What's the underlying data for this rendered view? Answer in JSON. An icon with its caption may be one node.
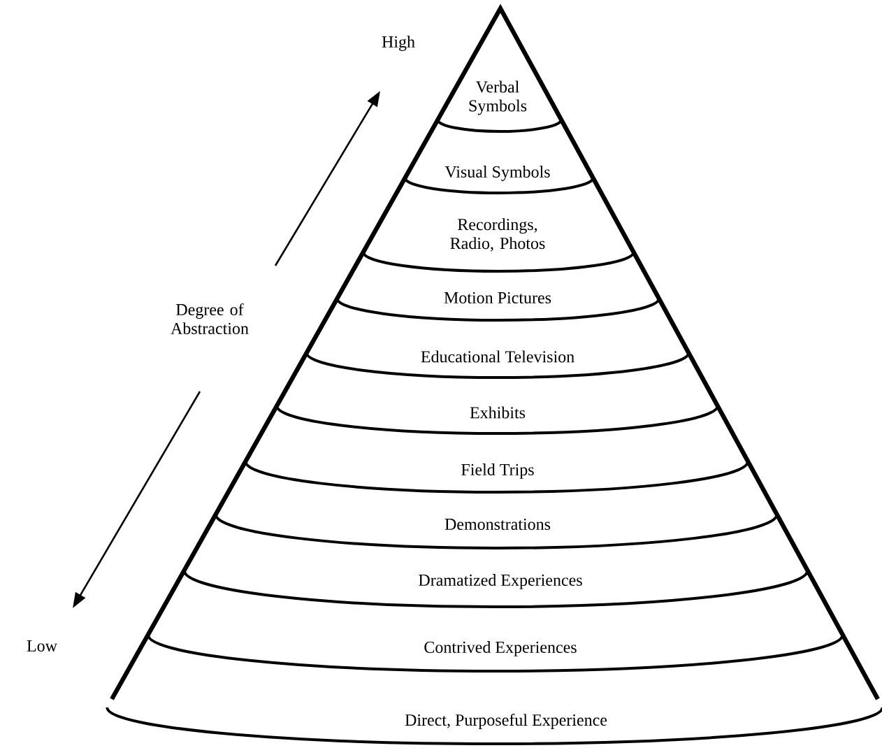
{
  "diagram": {
    "nodes": [
      {
        "text": [
          "Verbal Symbols"
        ]
      },
      {
        "text": [
          "Visual Symbols"
        ]
      },
      {
        "text": [
          "Recordings, Radio, Photos"
        ]
      },
      {
        "text": [
          "Motion Pictures"
        ]
      },
      {
        "text": [
          "Educational Television"
        ]
      },
      {
        "text": [
          "Exhibits"
        ]
      },
      {
        "text": [
          "Field Trips"
        ]
      },
      {
        "text": [
          "Demonstrations"
        ]
      },
      {
        "text": [
          "Dramatized Experiences"
        ]
      },
      {
        "text": [
          "Contrived Experiences"
        ]
      },
      {
        "text": [
          "Direct, Purposeful Experience"
        ]
      }
    ],
    "edges": [],
    "labels": [
      "High",
      "Degree of Abstraction",
      "Low"
    ]
  }
}
